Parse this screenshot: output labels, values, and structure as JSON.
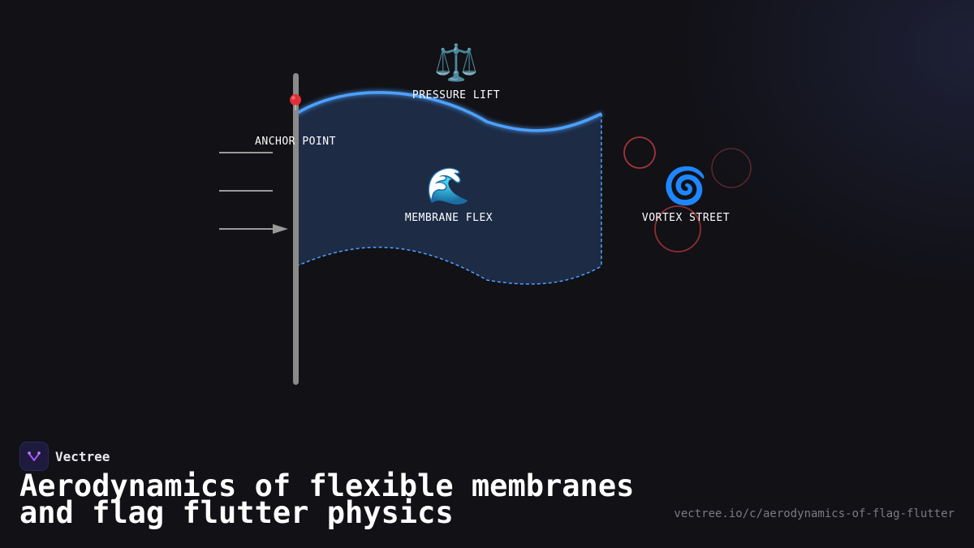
{
  "diagram": {
    "labels": {
      "pressure_lift": "PRESSURE LIFT",
      "anchor_point": "ANCHOR POINT",
      "membrane_flex": "MEMBRANE FLEX",
      "vortex_street": "VORTEX STREET"
    },
    "icons": {
      "pressure_lift": "⚖️",
      "membrane_flex": "🌊",
      "vortex_street": "🌀",
      "anchor_point": "pin-icon"
    },
    "colors": {
      "flag_fill": "#1d2b45",
      "flag_edge": "#4ea1ff",
      "pole": "#8a8a8a",
      "vortex": "#b23a3a",
      "wind": "#9a9a9a"
    }
  },
  "brand": {
    "name": "Vectree",
    "logo_icon": "vectree-logo-icon"
  },
  "footer": {
    "title": "Aerodynamics of flexible membranes and flag flutter physics",
    "url": "vectree.io/c/aerodynamics-of-flag-flutter"
  }
}
